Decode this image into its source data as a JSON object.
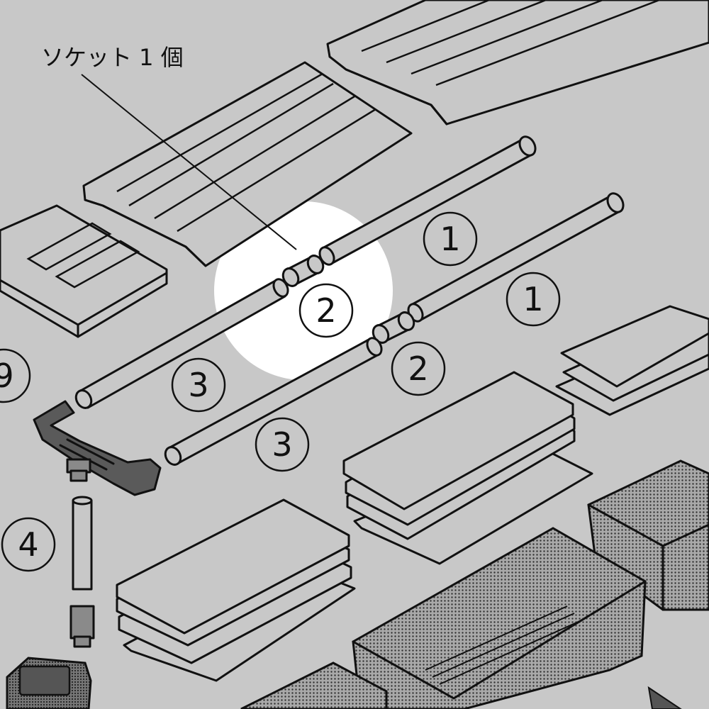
{
  "callout": {
    "label": "ソケット 1 個"
  },
  "markers": {
    "m1a": "1",
    "m1b": "1",
    "m2a": "2",
    "m2b": "2",
    "m3a": "3",
    "m3b": "3",
    "m4": "4",
    "m9": "9"
  },
  "colors": {
    "background": "#c8c8c8",
    "highlight": "#ffffff",
    "ink": "#111111",
    "dark_part": "#5a5a5a",
    "mesh_part": "#8a8a8a"
  }
}
